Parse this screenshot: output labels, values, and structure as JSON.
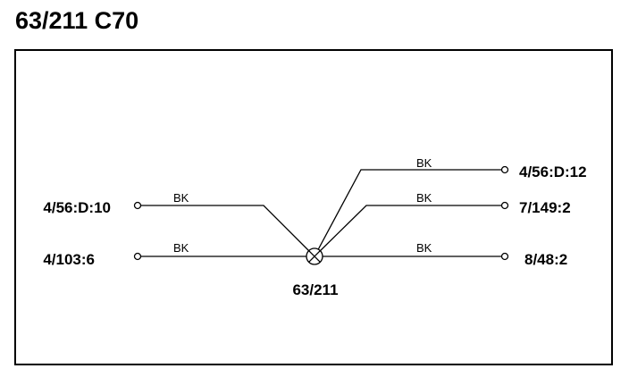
{
  "title": "63/211 C70",
  "splice": {
    "label": "63/211"
  },
  "connectors": {
    "left_top": "4/56:D:10",
    "left_bottom": "4/103:6",
    "right_top": "4/56:D:12",
    "right_middle": "7/149:2",
    "right_bottom": "8/48:2"
  },
  "wires": {
    "left_top": "BK",
    "left_bottom": "BK",
    "right_top": "BK",
    "right_middle": "BK",
    "right_bottom": "BK"
  },
  "colors": {
    "line": "#000000",
    "background": "#ffffff"
  }
}
